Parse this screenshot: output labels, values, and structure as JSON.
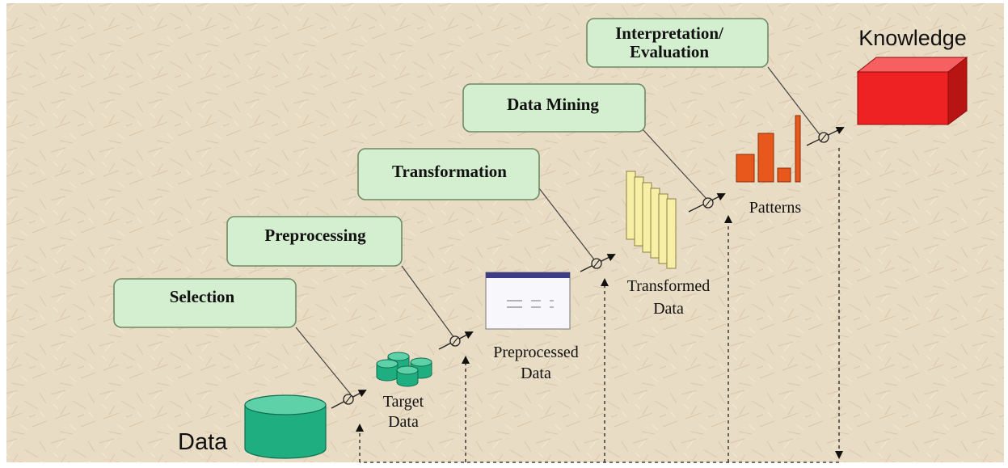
{
  "title": "",
  "stages": {
    "selection": "Selection",
    "preprocessing": "Preprocessing",
    "transformation": "Transformation",
    "data_mining": "Data Mining",
    "interpretation_line1": "Interpretation/",
    "interpretation_line2": "Evaluation"
  },
  "items": {
    "data": "Data",
    "target_line1": "Target",
    "target_line2": "Data",
    "preprocessed_line1": "Preprocessed",
    "preprocessed_line2": "Data",
    "transformed_line1": "Transformed",
    "transformed_line2": "Data",
    "patterns": "Patterns",
    "knowledge": "Knowledge"
  },
  "colors": {
    "background": "#e9dcc4",
    "stage_box": "#d4efcf",
    "stage_border": "#6f8a66",
    "database": "#1fae80",
    "document_bar": "#3c3c88",
    "transformed_sheet": "#f7efa6",
    "pattern_bars": "#e8581c",
    "knowledge_cube": "#ee2222"
  }
}
